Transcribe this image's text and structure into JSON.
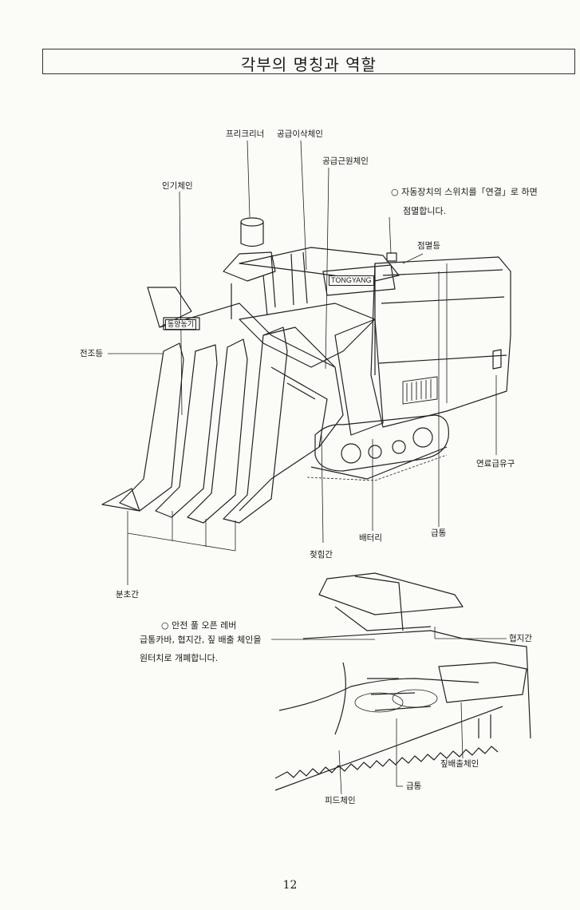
{
  "page": {
    "title": "각부의 명칭과 역할",
    "page_number": "12"
  },
  "labels": {
    "pre_cleaner": "프리크리너",
    "feed_upper_chain": "공급이삭체인",
    "feed_root_chain": "공급근원체인",
    "pulling_chain": "인기체인",
    "flash_lamp": "점멸등",
    "headlight": "전조등",
    "fuel_inlet": "연료급유구",
    "battery": "배터리",
    "threshing_drum_top": "급통",
    "stalk_guide": "젖힘간",
    "divider": "분초간",
    "presser_bar": "협지간",
    "straw_chain": "짚배출체인",
    "threshing_drum_bottom": "급통",
    "feed_chain": "피드체인"
  },
  "notes": {
    "auto_switch_line1": "○ 자동장치의 스위치를「연결」로 하면",
    "auto_switch_line2": "점멸합니다.",
    "safety_line1": "○ 안전 풀 오픈 레버",
    "safety_line2": "급통카바, 협지간, 짚 배출 체인을",
    "safety_line3": "원터치로 개폐합니다."
  },
  "machine": {
    "brand_plate": "TONGYANG",
    "front_plate": "동양농기"
  }
}
